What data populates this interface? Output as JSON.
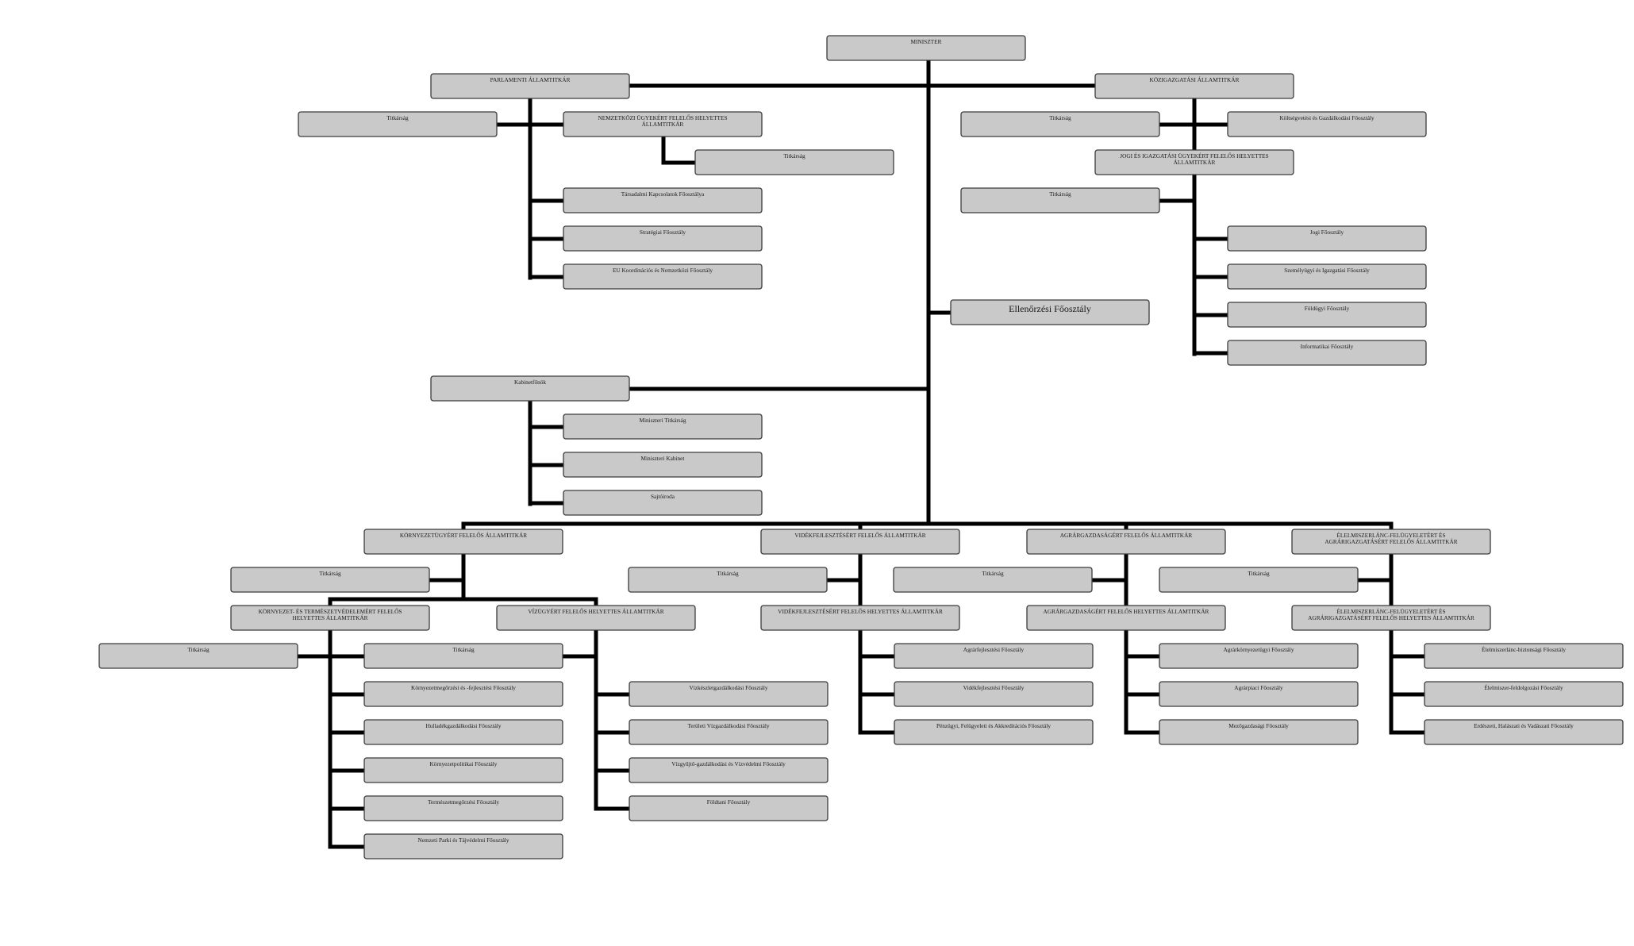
{
  "nodes": {
    "miniszter": {
      "lines": [
        "MINISZTER"
      ]
    },
    "parlamenti": {
      "lines": [
        "PARLAMENTI ÁLLAMTITKÁR"
      ]
    },
    "kozig": {
      "lines": [
        "KÖZIGAZGATÁSI ÁLLAMTITKÁR"
      ]
    },
    "parl_titkarsag": {
      "lines": [
        "Titkárság"
      ]
    },
    "nemzetkozi": {
      "lines": [
        "NEMZETKÖZI ÜGYEKÉRT FELELŐS HELYETTES",
        "ÁLLAMTITKÁR"
      ]
    },
    "nemz_titkarsag": {
      "lines": [
        "Titkárság"
      ]
    },
    "tarsadalmi": {
      "lines": [
        "Társadalmi Kapcsolatok Főosztálya"
      ]
    },
    "strategiai": {
      "lines": [
        "Stratégiai Főosztály"
      ]
    },
    "eu": {
      "lines": [
        "EU Koordinációs és Nemzetközi Főosztály"
      ]
    },
    "kozig_titkarsag": {
      "lines": [
        "Titkárság"
      ]
    },
    "kolt": {
      "lines": [
        "Költségvetési és Gazdálkodási Főosztály"
      ]
    },
    "jogi_helyettes": {
      "lines": [
        "JOGI ÉS IGAZGATÁSI ÜGYEKÉRT FELELŐS HELYETTES",
        "ÁLLAMTITKÁR"
      ]
    },
    "jogi_titkarsag": {
      "lines": [
        "Titkárság"
      ]
    },
    "jogi_fo": {
      "lines": [
        "Jogi Főosztály"
      ]
    },
    "szemelyugyi": {
      "lines": [
        "Személyügyi és Igazgatási Főosztály"
      ]
    },
    "foldugyi": {
      "lines": [
        "Földügyi Főosztály"
      ]
    },
    "informatikai": {
      "lines": [
        "Informatikai Főosztály"
      ]
    },
    "ellenorzesi": {
      "lines": [
        "Ellenőrzési Főosztály"
      ]
    },
    "kabinetfonok": {
      "lines": [
        "Kabinetfőnök"
      ]
    },
    "min_titkarsag": {
      "lines": [
        "Miniszteri Titkárság"
      ]
    },
    "min_kabinet": {
      "lines": [
        "Miniszteri Kabinet"
      ]
    },
    "sajtoiroda": {
      "lines": [
        "Sajtóiroda"
      ]
    },
    "kornyezet": {
      "lines": [
        "KÖRNYEZETÜGYÉRT FELELŐS ÁLLAMTITKÁR"
      ]
    },
    "videk": {
      "lines": [
        "VIDÉKFEJLESZTÉSÉRT FELELŐS ÁLLAMTITKÁR"
      ]
    },
    "agrar": {
      "lines": [
        "AGRÁRGAZDASÁGÉRT FELELŐS ÁLLAMTITKÁR"
      ]
    },
    "elelmiszer": {
      "lines": [
        "ÉLELMISZERLÁNC-FELÜGYELETÉRT ÉS",
        "AGRÁRIGAZGATÁSÉRT FELELŐS ÁLLAMTITKÁR"
      ]
    },
    "korny_titkarsag": {
      "lines": [
        "Titkárság"
      ]
    },
    "videk_titkarsag": {
      "lines": [
        "Titkárság"
      ]
    },
    "agrar_titkarsag": {
      "lines": [
        "Titkárság"
      ]
    },
    "elel_titkarsag": {
      "lines": [
        "Titkárság"
      ]
    },
    "kornyezet_h": {
      "lines": [
        "KÖRNYEZET- ÉS TERMÉSZETVÉDELEMÉRT FELELŐS",
        "HELYETTES ÁLLAMTITKÁR"
      ]
    },
    "vizugy_h": {
      "lines": [
        "VÍZÜGYÉRT FELELŐS HELYETTES ÁLLAMTITKÁR"
      ]
    },
    "videk_h": {
      "lines": [
        "VIDÉKFEJLESZTÉSÉRT FELELŐS HELYETTES ÁLLAMTITKÁR"
      ]
    },
    "agrar_h": {
      "lines": [
        "AGRÁRGAZDASÁGÉRT FELELŐS HELYETTES ÁLLAMTITKÁR"
      ]
    },
    "elel_h": {
      "lines": [
        "ÉLELMISZERLÁNC-FELÜGYELETÉRT ÉS",
        "AGRÁRIGAZGATÁSÉRT FELELŐS HELYETTES ÁLLAMTITKÁR"
      ]
    },
    "kh_titkarsag_left": {
      "lines": [
        "Titkárság"
      ]
    },
    "kh_titkarsag": {
      "lines": [
        "Titkárság"
      ]
    },
    "kornyvedelem": {
      "lines": [
        "Környezetmegőrzési és -fejlesztési Főosztály"
      ]
    },
    "hulladek": {
      "lines": [
        "Hulladékgazdálkodási Főosztály"
      ]
    },
    "kornyezetpol": {
      "lines": [
        "Környezetpolitikai Főosztály"
      ]
    },
    "termeszet": {
      "lines": [
        "Természetmegőrzési Főosztály"
      ]
    },
    "nemzeti_park": {
      "lines": [
        "Nemzeti Parki és Tájvédelmi Főosztály"
      ]
    },
    "vizkeszlet": {
      "lines": [
        "Vízkészletgazdálkodási Főosztály"
      ]
    },
    "teruleti_viz": {
      "lines": [
        "Területi Vízgazdálkodási Főosztály"
      ]
    },
    "vizgyujto": {
      "lines": [
        "Vízgyűjtő-gazdálkodási és Vízvédelmi Főosztály"
      ]
    },
    "foldtani": {
      "lines": [
        "Földtani Főosztály"
      ]
    },
    "agrarfejl": {
      "lines": [
        "Agrárfejlesztési Főosztály"
      ]
    },
    "videkfejl": {
      "lines": [
        "Vidékfejlesztési Főosztály"
      ]
    },
    "penzugyi": {
      "lines": [
        "Pénzügyi, Felügyeleti és Akkreditációs Főosztály"
      ]
    },
    "agrarkornyezet": {
      "lines": [
        "Agrárkörnyezetügyi Főosztály"
      ]
    },
    "agrarpiaci": {
      "lines": [
        "Agrárpiaci Főosztály"
      ]
    },
    "mezogazd": {
      "lines": [
        "Mezőgazdasági Főosztály"
      ]
    },
    "elel_biztonsag": {
      "lines": [
        "Élelmiszerlánc-biztonsági Főosztály"
      ]
    },
    "elel_feldolg": {
      "lines": [
        "Élelmiszer-feldolgozási Főosztály"
      ]
    },
    "erdeszeti": {
      "lines": [
        "Erdészeti, Halászati és Vadászati Főosztály"
      ]
    }
  }
}
